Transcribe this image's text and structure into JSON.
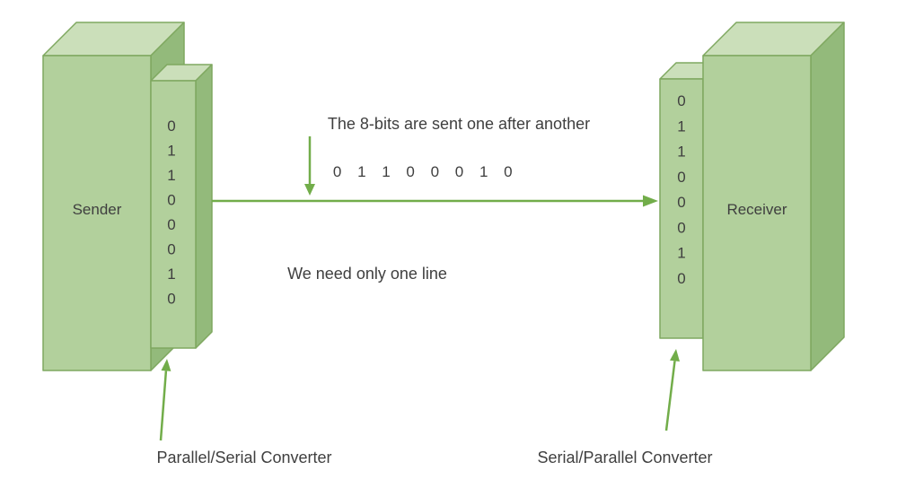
{
  "title": "Serial transmission diagram",
  "colors": {
    "box_front": "#b2d09c",
    "box_top": "#cbdfba",
    "box_side": "#93ba7b",
    "box_stroke": "#7fa860",
    "arrow": "#72ad4a",
    "text": "#3f3f3f"
  },
  "sender": {
    "label": "Sender",
    "converter_bits": [
      "0",
      "1",
      "1",
      "0",
      "0",
      "0",
      "1",
      "0"
    ]
  },
  "receiver": {
    "label": "Receiver",
    "converter_bits": [
      "0",
      "1",
      "1",
      "0",
      "0",
      "0",
      "1",
      "0"
    ]
  },
  "annotations": {
    "top_note": "The 8-bits are sent one after another",
    "serial_bits": "0 1 1 0 0 0 1 0",
    "bottom_note": "We need only one line",
    "left_converter_label": "Parallel/Serial Converter",
    "right_converter_label": "Serial/Parallel Converter"
  }
}
